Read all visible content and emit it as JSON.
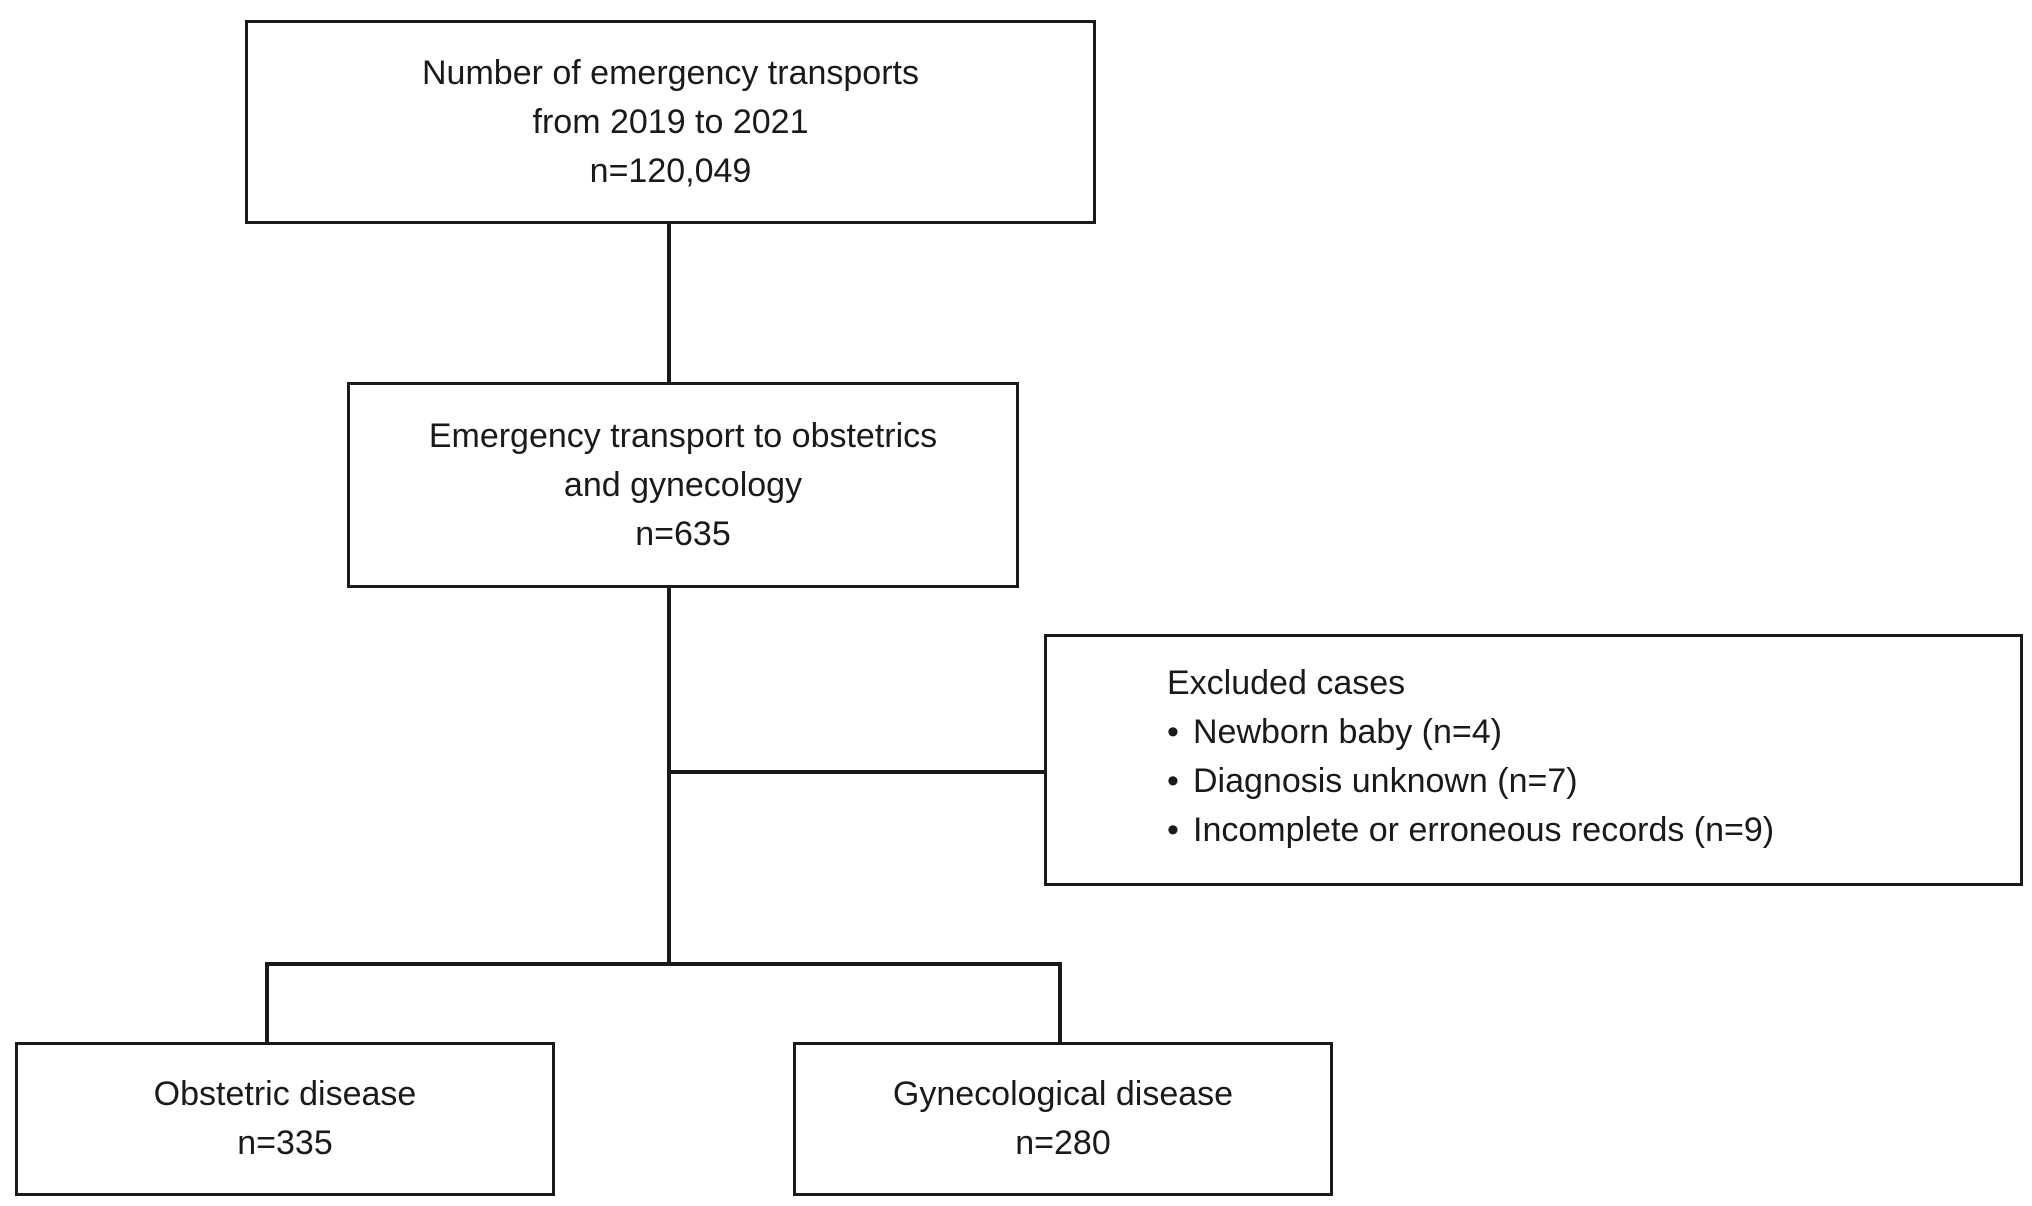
{
  "total": {
    "line1": "Number of emergency transports",
    "line2": "from 2019 to 2021",
    "count": "n=120,049"
  },
  "obgyn": {
    "line1": "Emergency transport to obstetrics",
    "line2": "and gynecology",
    "count": "n=635"
  },
  "excluded": {
    "title": "Excluded cases",
    "bullet": "•",
    "items": [
      "Newborn baby (n=4)",
      "Diagnosis unknown (n=7)",
      "Incomplete or erroneous records (n=9)"
    ]
  },
  "obstetric": {
    "label": "Obstetric disease",
    "count": "n=335"
  },
  "gynecological": {
    "label": "Gynecological disease",
    "count": "n=280"
  }
}
